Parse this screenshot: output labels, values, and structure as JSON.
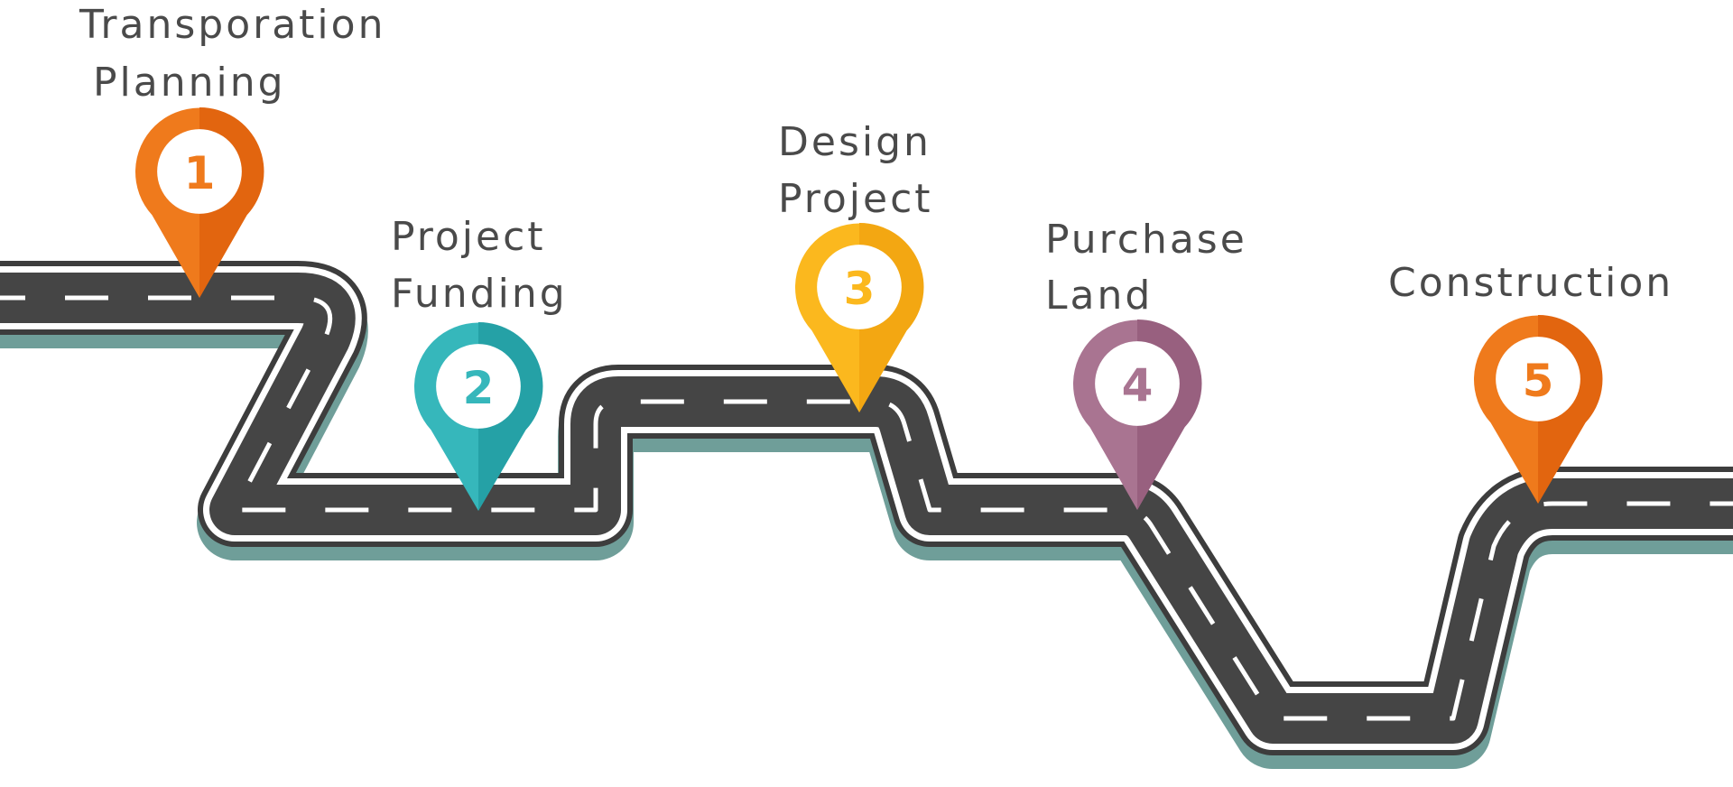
{
  "steps": [
    {
      "number": "1",
      "label_lines": [
        "Transporation",
        "Planning"
      ],
      "color": "#ef7a1c",
      "shade": "#e2650f"
    },
    {
      "number": "2",
      "label_lines": [
        "Project",
        "Funding"
      ],
      "color": "#36b7bb",
      "shade": "#25a1a6"
    },
    {
      "number": "3",
      "label_lines": [
        "Design",
        "Project"
      ],
      "color": "#fbb81e",
      "shade": "#f3a712"
    },
    {
      "number": "4",
      "label_lines": [
        "Purchase",
        "Land"
      ],
      "color": "#a97491",
      "shade": "#98607f"
    },
    {
      "number": "5",
      "label_lines": [
        "Construction"
      ],
      "color": "#ef7a1c",
      "shade": "#e2650f"
    }
  ],
  "colors": {
    "road": "#454545",
    "road_edge": "#ffffff",
    "road_border": "#3d3d3d",
    "road_shadow": "#6f9e99",
    "lane_marking": "#ffffff",
    "label_text": "#4a4a4a",
    "background": "#ffffff"
  }
}
